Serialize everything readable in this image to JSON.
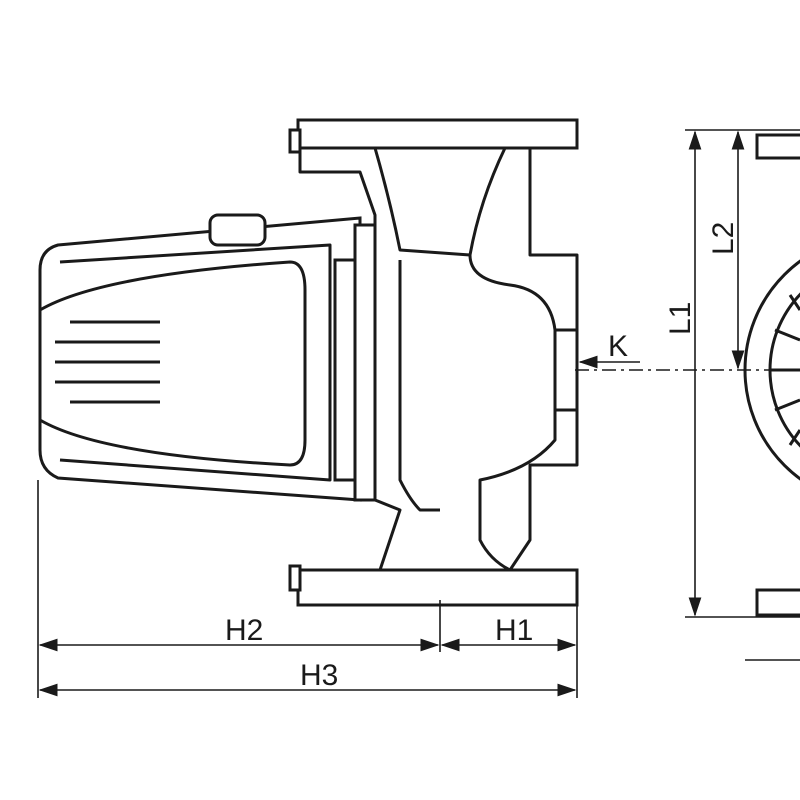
{
  "drawing": {
    "labels": {
      "h1": "H1",
      "h2": "H2",
      "h3": "H3",
      "l1": "L1",
      "l2": "L2",
      "k": "K"
    },
    "line_color": "#1a1a1a",
    "background": "#ffffff"
  }
}
